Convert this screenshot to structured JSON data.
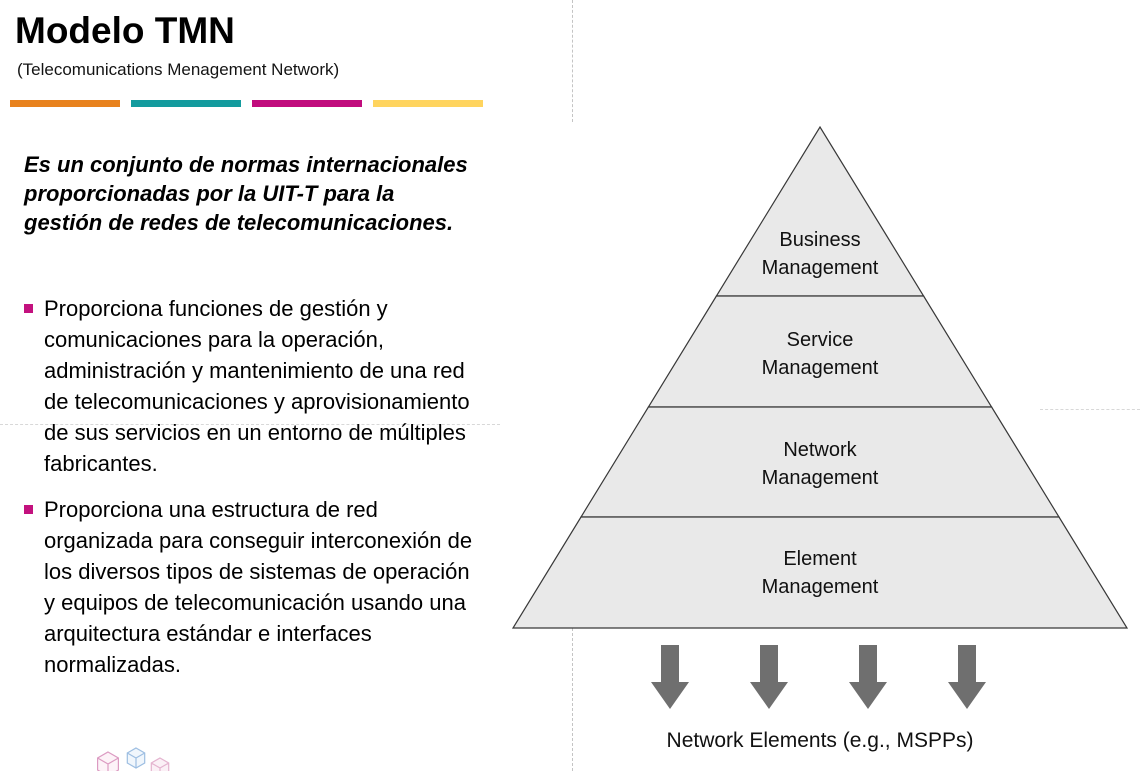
{
  "slide": {
    "title": "Modelo TMN",
    "subtitle": "(Telecomunications Menagement Network)",
    "intro": "Es un conjunto de normas internacionales proporcionadas por la UIT-T para la gestión de redes de telecomunicaciones.",
    "bullets": [
      "Proporciona funciones de gestión y comunicaciones para la operación, administración y mantenimiento de una red de telecomunicaciones y aprovisionamiento de sus servicios en un entorno de múltiples fabricantes.",
      "Proporciona una estructura de red organizada para conseguir interconexión de los diversos tipos de sistemas de operación y equipos de telecomunicación usando una arquitectura estándar e interfaces normalizadas."
    ]
  },
  "diagram": {
    "layers": [
      {
        "label": "Business\nManagement"
      },
      {
        "label": "Service\nManagement"
      },
      {
        "label": "Network\nManagement"
      },
      {
        "label": "Element\nManagement"
      }
    ],
    "arrow_count": 4,
    "caption": "Network Elements (e.g., MSPPs)"
  },
  "colors": {
    "accent_bars": [
      "#E8821E",
      "#139B9E",
      "#C10C7D",
      "#FFD45E"
    ],
    "bullet_marker": "#C3117E",
    "pyramid_fill": "#E9E9E9",
    "pyramid_stroke": "#383838",
    "arrow": "#6F6F6F"
  },
  "icons": {
    "down_arrow": "block down-arrow (svg polygon)",
    "logo": "isometric cubes (svg wireframe)"
  }
}
